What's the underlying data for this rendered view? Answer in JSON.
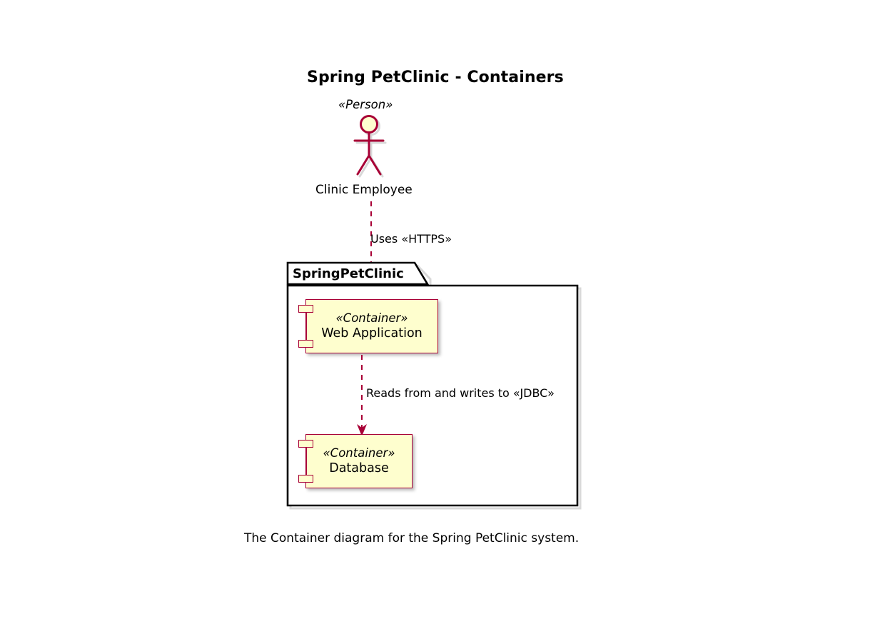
{
  "diagram": {
    "title": "Spring PetClinic - Containers",
    "caption": "The Container diagram for the Spring PetClinic system.",
    "type": "uml-component-container-diagram",
    "colors": {
      "element_fill": "#FEFECE",
      "element_border": "#A80036",
      "connector": "#A80036",
      "package_border": "#000000",
      "background": "#FFFFFF",
      "shadow": "#808080",
      "text": "#000000"
    }
  },
  "actor": {
    "stereotype": "«Person»",
    "name": "Clinic Employee",
    "icon": "actor-stick-figure-icon"
  },
  "package": {
    "name": "SpringPetClinic",
    "tab_icon": "folder-tab-icon"
  },
  "containers": [
    {
      "id": "web-application",
      "stereotype": "«Container»",
      "name": "Web Application",
      "icon": "component-icon"
    },
    {
      "id": "database",
      "stereotype": "«Container»",
      "name": "Database",
      "icon": "component-icon"
    }
  ],
  "relationships": [
    {
      "id": "employee-uses-webapp",
      "from": "Clinic Employee",
      "to": "Web Application",
      "label": "Uses «HTTPS»",
      "style": "dashed",
      "arrow": "open-filled-arrow-icon"
    },
    {
      "id": "webapp-reads-writes-database",
      "from": "Web Application",
      "to": "Database",
      "label": "Reads from and writes to «JDBC»",
      "style": "dashed",
      "arrow": "open-filled-arrow-icon"
    }
  ]
}
